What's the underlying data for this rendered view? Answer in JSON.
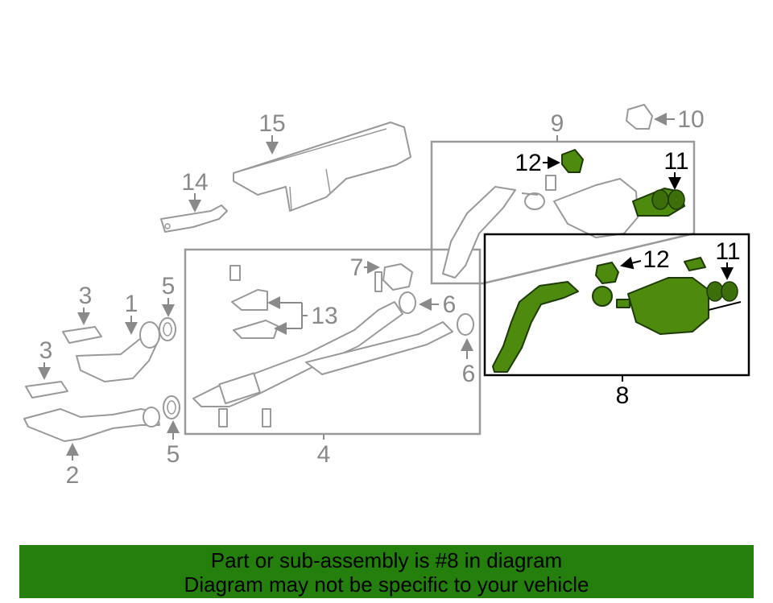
{
  "diagram": {
    "callouts": {
      "c1": "1",
      "c2": "2",
      "c3a": "3",
      "c3b": "3",
      "c4": "4",
      "c5a": "5",
      "c5b": "5",
      "c6a": "6",
      "c6b": "6",
      "c7": "7",
      "c8": "8",
      "c9": "9",
      "c10": "10",
      "c11a": "11",
      "c11b": "11",
      "c12a": "12",
      "c12b": "12",
      "c13": "13",
      "c14": "14",
      "c15": "15"
    },
    "highlight_color": "#4e8a0e"
  },
  "footer": {
    "line1": "Part or sub-assembly is #8 in diagram",
    "line2": "Diagram may not be specific to your vehicle",
    "background": "#247f0d"
  }
}
